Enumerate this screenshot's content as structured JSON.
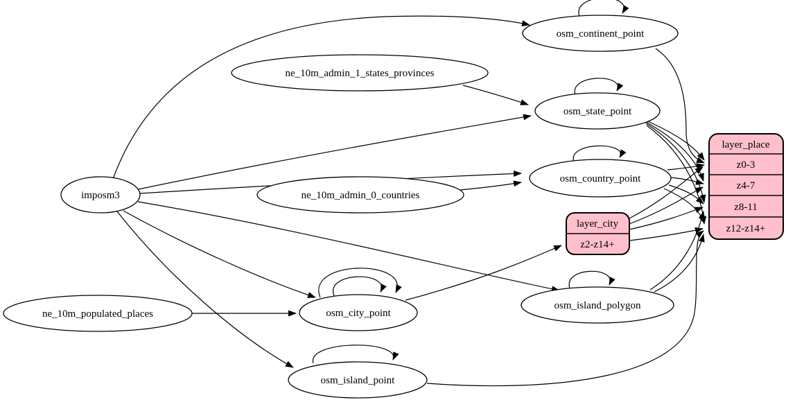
{
  "diagram": {
    "type": "directed-graph",
    "background": "#ffffff",
    "colors": {
      "node_fill": "#ffffff",
      "record_fill": "#ffc0cb",
      "stroke": "#000000",
      "text": "#000000"
    },
    "nodes": {
      "imposm3": "imposm3",
      "ne_10m_admin_1_states_provinces": "ne_10m_admin_1_states_provinces",
      "ne_10m_admin_0_countries": "ne_10m_admin_0_countries",
      "ne_10m_populated_places": "ne_10m_populated_places",
      "osm_continent_point": "osm_continent_point",
      "osm_state_point": "osm_state_point",
      "osm_country_point": "osm_country_point",
      "osm_city_point": "osm_city_point",
      "osm_island_polygon": "osm_island_polygon",
      "osm_island_point": "osm_island_point"
    },
    "records": {
      "layer_city": {
        "title": "layer_city",
        "rows": [
          "z2-z14+"
        ]
      },
      "layer_place": {
        "title": "layer_place",
        "rows": [
          "z0-3",
          "z4-7",
          "z8-11",
          "z12-z14+"
        ]
      }
    },
    "edges": [
      {
        "from": "imposm3",
        "to": "osm_continent_point"
      },
      {
        "from": "imposm3",
        "to": "osm_state_point"
      },
      {
        "from": "imposm3",
        "to": "osm_country_point"
      },
      {
        "from": "imposm3",
        "to": "osm_city_point"
      },
      {
        "from": "imposm3",
        "to": "osm_island_polygon"
      },
      {
        "from": "imposm3",
        "to": "osm_island_point"
      },
      {
        "from": "ne_10m_admin_1_states_provinces",
        "to": "osm_state_point"
      },
      {
        "from": "ne_10m_admin_0_countries",
        "to": "osm_country_point"
      },
      {
        "from": "ne_10m_populated_places",
        "to": "osm_city_point"
      },
      {
        "from": "osm_continent_point",
        "to": "osm_continent_point"
      },
      {
        "from": "osm_state_point",
        "to": "osm_state_point"
      },
      {
        "from": "osm_country_point",
        "to": "osm_country_point"
      },
      {
        "from": "osm_city_point",
        "to": "osm_city_point"
      },
      {
        "from": "osm_city_point",
        "to": "osm_city_point"
      },
      {
        "from": "osm_island_polygon",
        "to": "osm_island_polygon"
      },
      {
        "from": "osm_island_point",
        "to": "osm_island_point"
      },
      {
        "from": "osm_city_point",
        "to": "layer_city:z2-z14+"
      },
      {
        "from": "osm_continent_point",
        "to": "layer_place:z0-3"
      },
      {
        "from": "osm_state_point",
        "to": "layer_place:z0-3"
      },
      {
        "from": "osm_state_point",
        "to": "layer_place:z4-7"
      },
      {
        "from": "osm_state_point",
        "to": "layer_place:z8-11"
      },
      {
        "from": "osm_state_point",
        "to": "layer_place:z12-z14+"
      },
      {
        "from": "osm_country_point",
        "to": "layer_place:z0-3"
      },
      {
        "from": "osm_country_point",
        "to": "layer_place:z4-7"
      },
      {
        "from": "osm_country_point",
        "to": "layer_place:z8-11"
      },
      {
        "from": "osm_country_point",
        "to": "layer_place:z12-z14+"
      },
      {
        "from": "layer_city",
        "to": "layer_place:z0-3"
      },
      {
        "from": "layer_city",
        "to": "layer_place:z4-7"
      },
      {
        "from": "layer_city",
        "to": "layer_place:z8-11"
      },
      {
        "from": "layer_city",
        "to": "layer_place:z12-z14+"
      },
      {
        "from": "osm_island_polygon",
        "to": "layer_place:z8-11"
      },
      {
        "from": "osm_island_polygon",
        "to": "layer_place:z12-z14+"
      },
      {
        "from": "osm_island_point",
        "to": "layer_place:z12-z14+"
      }
    ]
  }
}
